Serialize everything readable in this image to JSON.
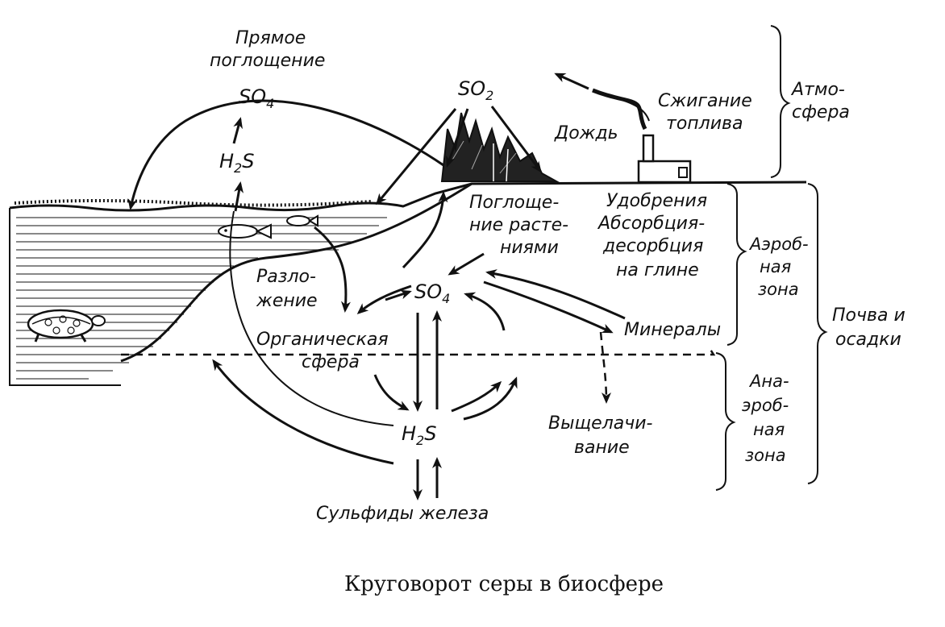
{
  "labels": {
    "direct_uptake_1": "Прямое",
    "direct_uptake_2": "поглощение",
    "so4_top": "SO",
    "so4_top_sub": "4",
    "h2s_top": "H",
    "h2s_top_sub": "2",
    "h2s_top_s": "S",
    "so2": "SO",
    "so2_sub": "2",
    "rain": "Дождь",
    "fuel_1": "Сжигание",
    "fuel_2": "топлива",
    "atmos_1": "Атмо-",
    "atmos_2": "сфера",
    "plant_1": "Поглоще-",
    "plant_2": "ние расте-",
    "plant_3": "ниями",
    "fert_1": "Удобрения",
    "fert_2": "Абсорбция-",
    "fert_3": "десорбция",
    "fert_4": "на глине",
    "aerob_1": "Аэроб-",
    "aerob_2": "ная",
    "aerob_3": "зона",
    "soil_1": "Почва и",
    "soil_2": "осадки",
    "decomp_1": "Разло-",
    "decomp_2": "жение",
    "so4_mid": "SO",
    "so4_mid_sub": "4",
    "organic_1": "Органическая",
    "organic_2": "сфера",
    "minerals": "Минералы",
    "anaerob_1": "Ана-",
    "anaerob_2": "эроб-",
    "anaerob_3": "ная",
    "anaerob_4": "зона",
    "h2s_mid": "H",
    "h2s_mid_sub": "2",
    "h2s_mid_s": "S",
    "leach_1": "Выщелачи-",
    "leach_2": "вание",
    "iron": "Сульфиды железа"
  },
  "caption": "Круговорот серы в биосфере"
}
